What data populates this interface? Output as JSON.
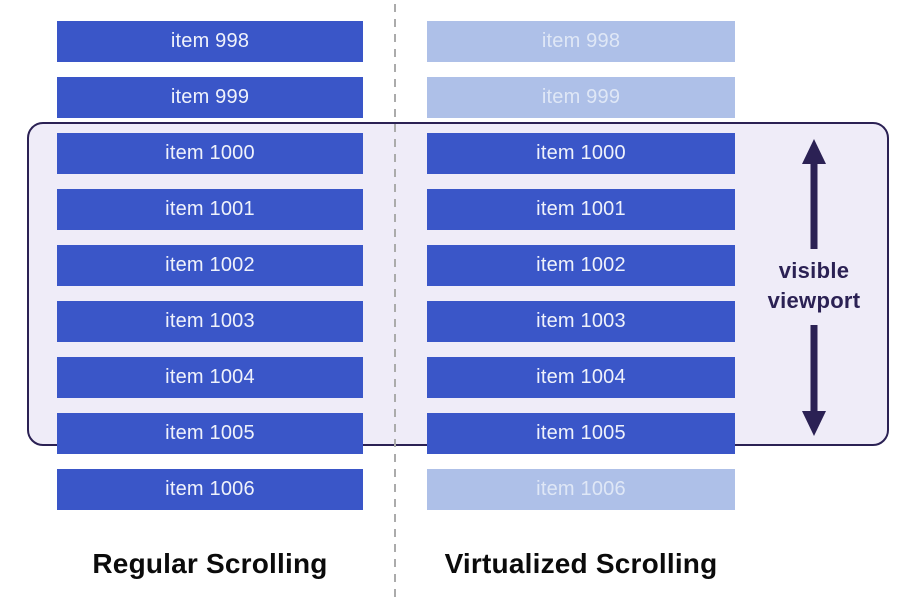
{
  "diagram_type": "scrolling-comparison",
  "columns": {
    "left": {
      "title": "Regular Scrolling",
      "items": [
        {
          "label": "item 998",
          "state": "active"
        },
        {
          "label": "item 999",
          "state": "active"
        },
        {
          "label": "item 1000",
          "state": "active"
        },
        {
          "label": "item 1001",
          "state": "active"
        },
        {
          "label": "item 1002",
          "state": "active"
        },
        {
          "label": "item 1003",
          "state": "active"
        },
        {
          "label": "item 1004",
          "state": "active"
        },
        {
          "label": "item 1005",
          "state": "active"
        },
        {
          "label": "item 1006",
          "state": "active"
        }
      ]
    },
    "right": {
      "title": "Virtualized Scrolling",
      "items": [
        {
          "label": "item 998",
          "state": "inactive"
        },
        {
          "label": "item 999",
          "state": "inactive"
        },
        {
          "label": "item 1000",
          "state": "active"
        },
        {
          "label": "item 1001",
          "state": "active"
        },
        {
          "label": "item 1002",
          "state": "active"
        },
        {
          "label": "item 1003",
          "state": "active"
        },
        {
          "label": "item 1004",
          "state": "active"
        },
        {
          "label": "item 1005",
          "state": "active"
        },
        {
          "label": "item 1006",
          "state": "inactive"
        }
      ]
    }
  },
  "viewport_annotation": {
    "line1": "visible",
    "line2": "viewport",
    "arrow_icon": "double-headed-vertical-arrow"
  },
  "colors": {
    "active_bar": "#3A56C8",
    "inactive_bar": "#AEC0E8",
    "active_text": "#EFF2FB",
    "inactive_text": "#DFE7F6",
    "viewport_fill": "#EFECF8",
    "viewport_border": "#2B2154",
    "annotation": "#2B2154",
    "divider": "#ABABAB",
    "title_text": "#0B0B0B"
  }
}
